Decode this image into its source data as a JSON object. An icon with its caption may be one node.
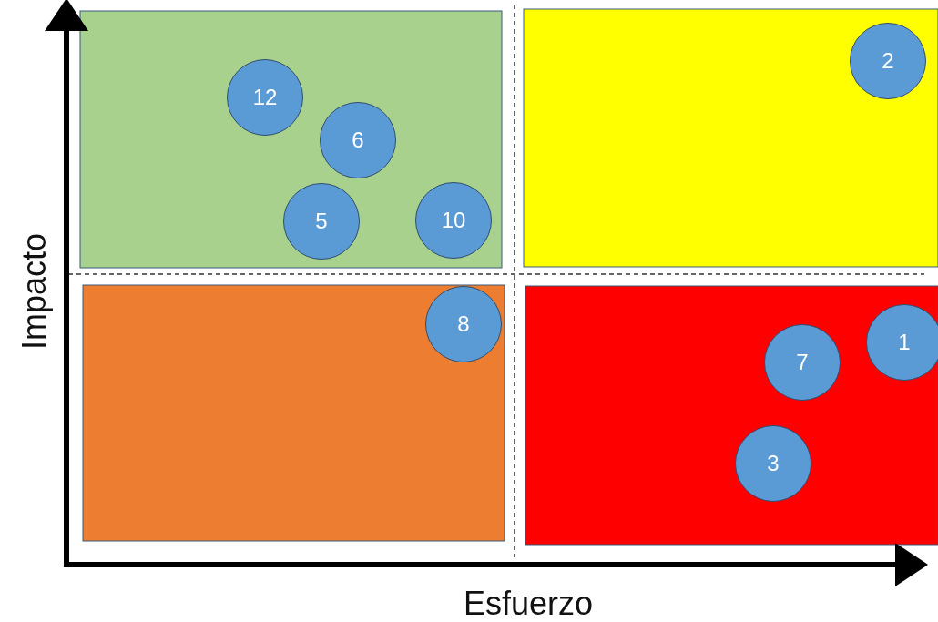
{
  "diagram": {
    "nodes": [
      {
        "text": [
          "2"
        ]
      },
      {
        "text": [
          "12"
        ]
      },
      {
        "text": [
          "6"
        ]
      },
      {
        "text": [
          "10"
        ]
      },
      {
        "text": [
          "5"
        ]
      },
      {
        "text": [
          "8"
        ]
      },
      {
        "text": [
          "1"
        ]
      },
      {
        "text": [
          "7"
        ]
      },
      {
        "text": [
          "3"
        ]
      }
    ],
    "edges": [],
    "labels": [
      "Impacto",
      "Esfuerzo"
    ]
  }
}
